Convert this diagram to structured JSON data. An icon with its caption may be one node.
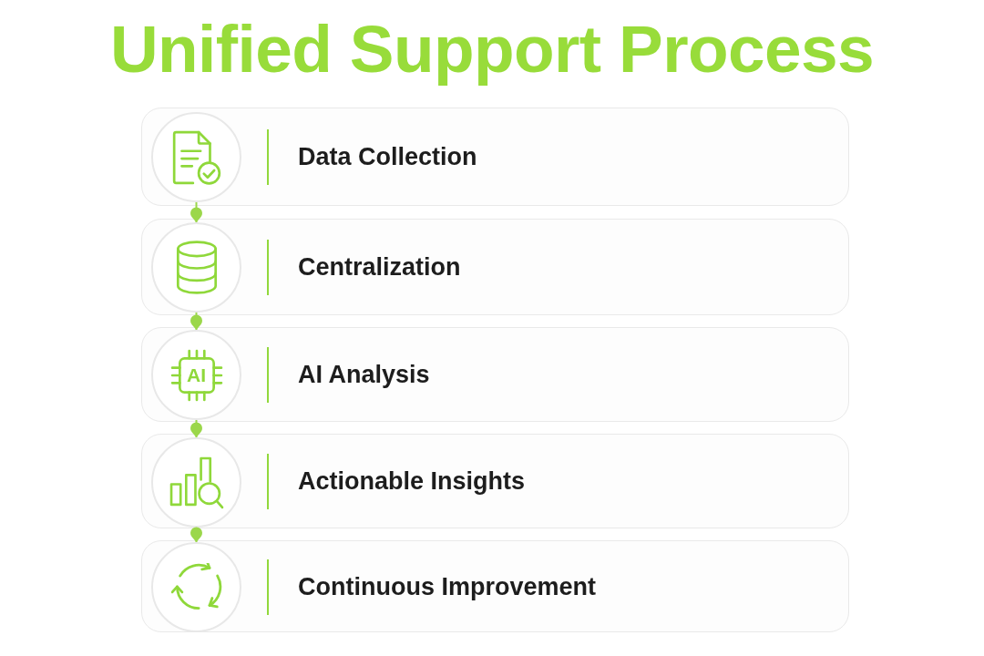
{
  "diagram": {
    "title": "Unified Support Process",
    "nodes": [
      {
        "text": [
          "Data Collection"
        ]
      },
      {
        "text": [],
        "shape": "circle",
        "in": 0
      },
      {
        "text": [
          "Centralization"
        ]
      },
      {
        "text": [],
        "shape": "circle",
        "in": 2
      },
      {
        "text": [
          "AI Analysis"
        ]
      },
      {
        "text": [
          "AI"
        ],
        "in": 4
      },
      {
        "text": [
          "Actionable Insights"
        ]
      },
      {
        "text": [],
        "shape": "circle",
        "in": 6
      },
      {
        "text": [
          "Continuous Improvement"
        ]
      },
      {
        "text": [],
        "shape": "circle",
        "in": 8
      }
    ],
    "edges": [
      {
        "from": 1,
        "to": 3,
        "arrow": "to"
      },
      {
        "from": 3,
        "to": 5,
        "arrow": "to"
      },
      {
        "from": 5,
        "to": 7,
        "arrow": "to"
      },
      {
        "from": 7,
        "to": 9,
        "arrow": "to"
      }
    ]
  }
}
